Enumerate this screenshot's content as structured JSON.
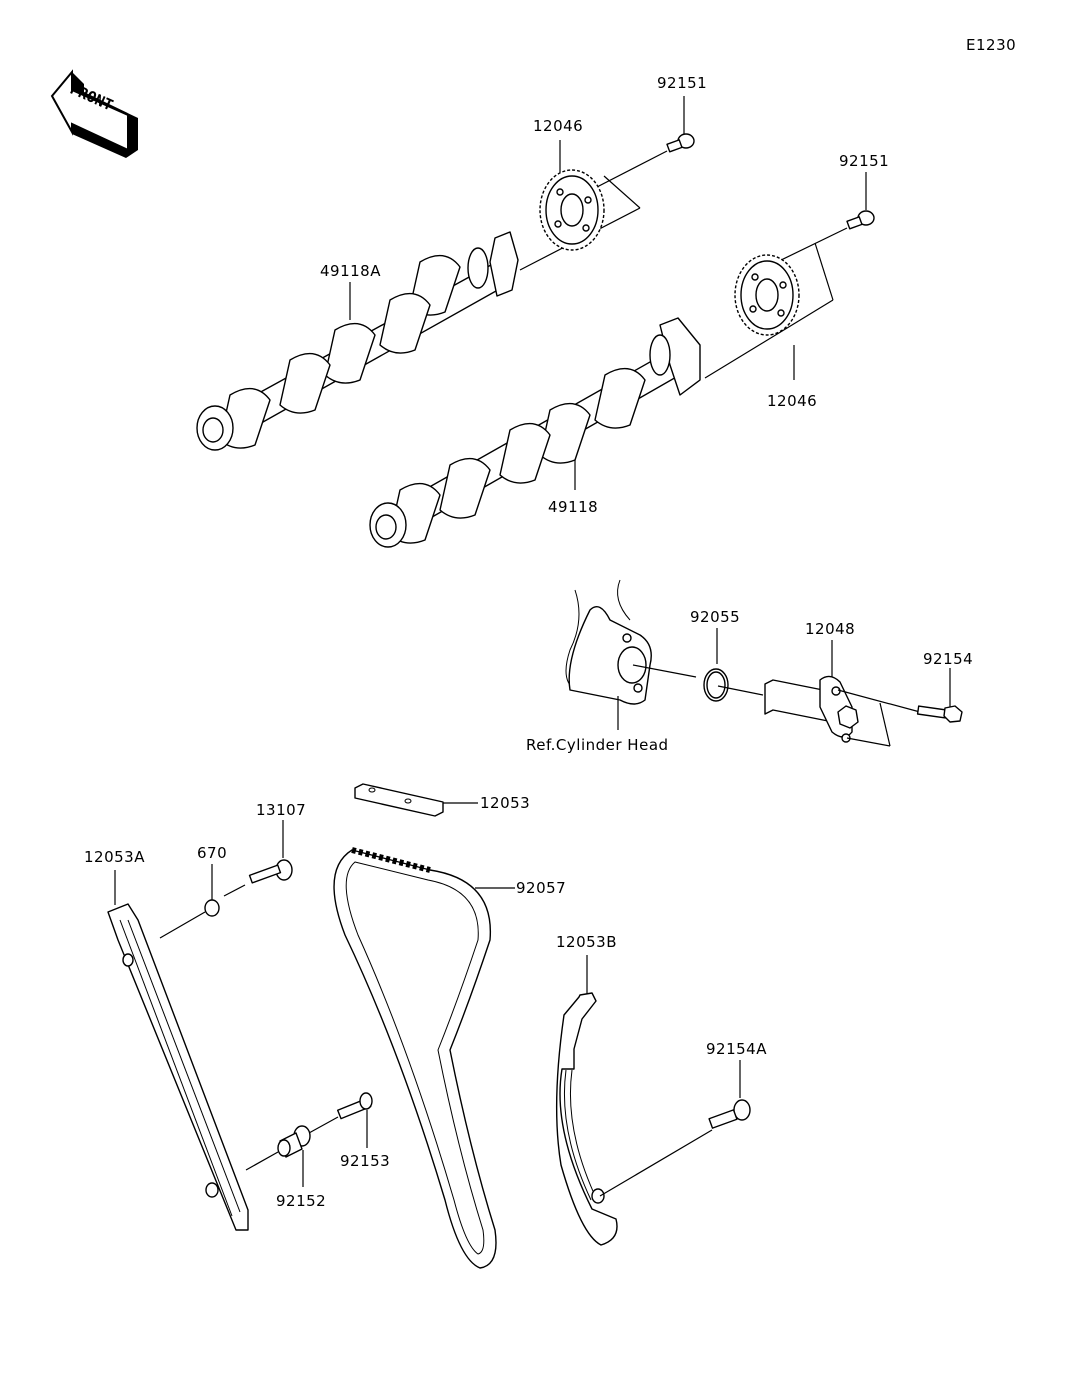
{
  "diagram": {
    "code": "E1230",
    "front_indicator": "FRONT",
    "reference_note": "Ref.Cylinder Head",
    "parts": [
      {
        "id": "92151-a",
        "number": "92151",
        "name": "bolt-upper-sprocket"
      },
      {
        "id": "12046-a",
        "number": "12046",
        "name": "sprocket-upper"
      },
      {
        "id": "49118A",
        "number": "49118A",
        "name": "camshaft-upper"
      },
      {
        "id": "92151-b",
        "number": "92151",
        "name": "bolt-lower-sprocket"
      },
      {
        "id": "12046-b",
        "number": "12046",
        "name": "sprocket-lower"
      },
      {
        "id": "49118",
        "number": "49118",
        "name": "camshaft-lower"
      },
      {
        "id": "92055",
        "number": "92055",
        "name": "o-ring"
      },
      {
        "id": "12048",
        "number": "12048",
        "name": "chain-tensioner"
      },
      {
        "id": "92154",
        "number": "92154",
        "name": "tensioner-bolt"
      },
      {
        "id": "12053",
        "number": "12053",
        "name": "chain-guide-top"
      },
      {
        "id": "13107",
        "number": "13107",
        "name": "guide-pin"
      },
      {
        "id": "670",
        "number": "670",
        "name": "washer"
      },
      {
        "id": "12053A",
        "number": "12053A",
        "name": "chain-guide-left"
      },
      {
        "id": "92057",
        "number": "92057",
        "name": "cam-chain"
      },
      {
        "id": "12053B",
        "number": "12053B",
        "name": "chain-guide-right"
      },
      {
        "id": "92154A",
        "number": "92154A",
        "name": "guide-bolt"
      },
      {
        "id": "92153",
        "number": "92153",
        "name": "guide-bolt-small"
      },
      {
        "id": "92152",
        "number": "92152",
        "name": "collar"
      }
    ]
  }
}
